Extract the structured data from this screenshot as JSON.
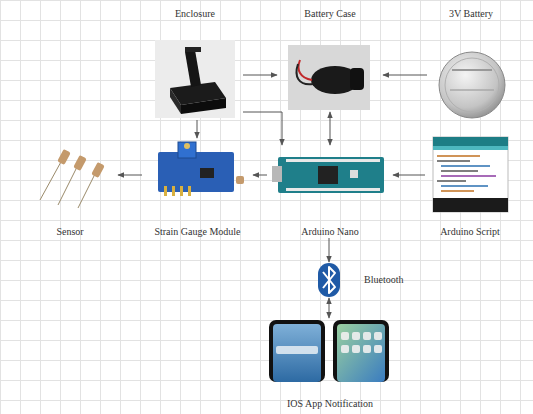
{
  "diagram": {
    "nodes": [
      {
        "text": [
          "Enclosure"
        ]
      },
      {
        "text": [
          "Battery Case"
        ]
      },
      {
        "text": [
          "3V Battery"
        ]
      },
      {
        "text": [
          "Sensor"
        ]
      },
      {
        "text": [
          "Strain Gauge Module"
        ]
      },
      {
        "text": [
          "Arduino Nano"
        ]
      },
      {
        "text": [
          "Arduino Script"
        ]
      },
      {
        "text": [
          "Bluetooth"
        ]
      },
      {
        "text": [
          "IOS App Notification"
        ]
      }
    ],
    "edges": [
      {
        "from": 0,
        "to": 4,
        "arrow": "to"
      },
      {
        "from": 0,
        "to": 5,
        "arrow": "to"
      },
      {
        "from": 1,
        "to": 5,
        "arrow": "both"
      },
      {
        "from": 0,
        "to": 1,
        "arrow": "to"
      },
      {
        "from": 2,
        "to": 1,
        "arrow": "to"
      },
      {
        "from": 4,
        "to": 3,
        "arrow": "to"
      },
      {
        "from": 5,
        "to": 4,
        "arrow": "to"
      },
      {
        "from": 6,
        "to": 5,
        "arrow": "to"
      },
      {
        "from": 5,
        "to": 7,
        "arrow": "to"
      },
      {
        "from": 7,
        "to": 8,
        "arrow": "both"
      }
    ]
  }
}
